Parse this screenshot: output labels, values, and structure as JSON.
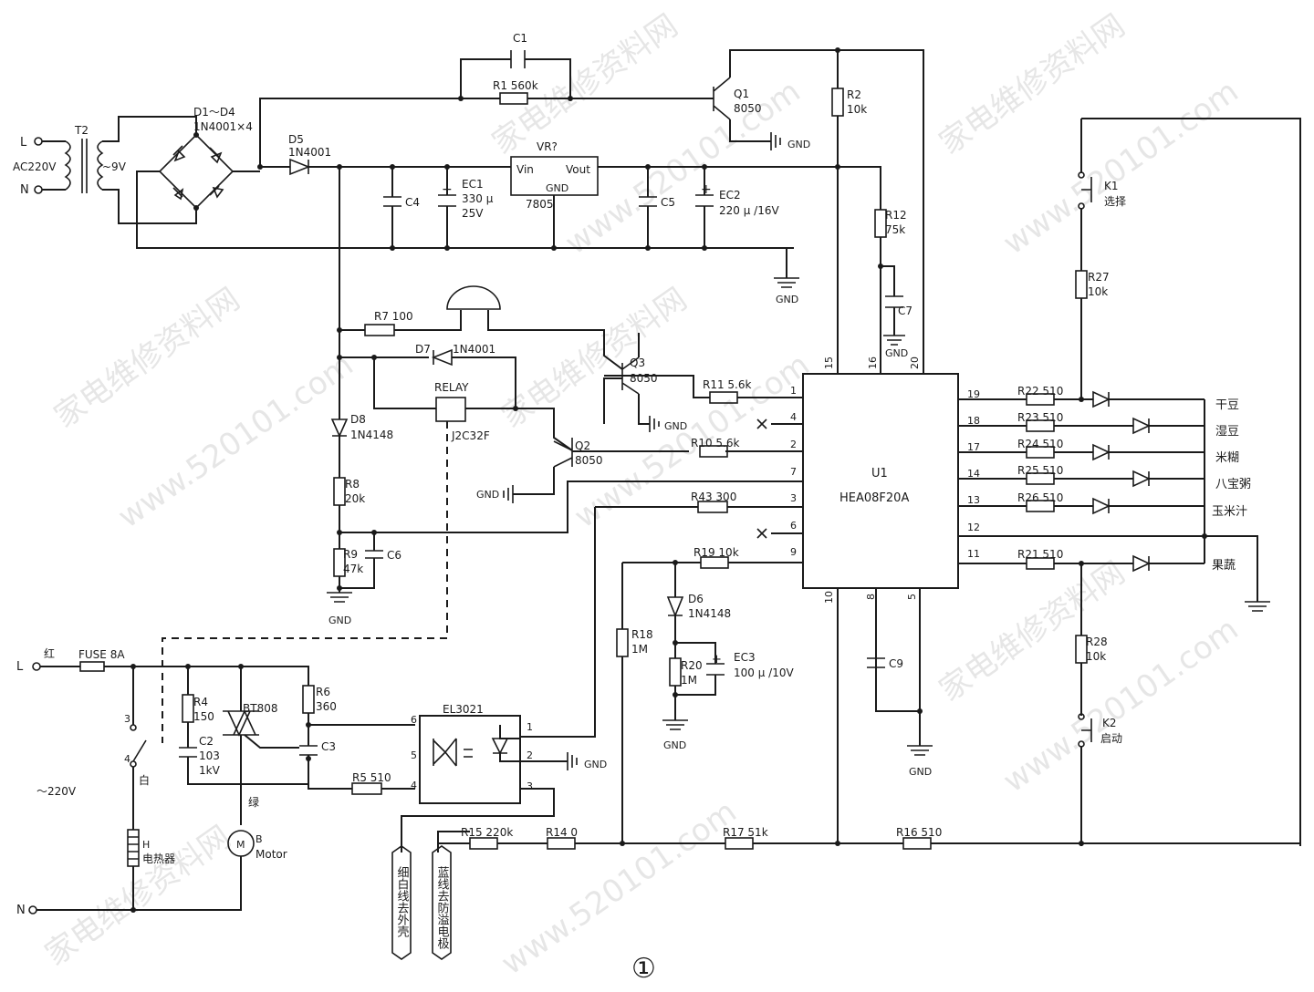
{
  "labels": {
    "L_top": "L",
    "N_top": "N",
    "ac220v": "AC220V",
    "t2": "T2",
    "t2_out": "~9V",
    "d1d4": "D1～D4",
    "d1d4_part": "1N4001×4",
    "d5": "D5",
    "d5_part": "1N4001",
    "c1": "C1",
    "r1": "R1 560k",
    "q1": "Q1",
    "q1_part": "8050",
    "gnd": "GND",
    "r2": "R2",
    "r2_val": "10k",
    "vr": "VR?",
    "vin": "Vin",
    "vout": "Vout",
    "vr_gnd": "GND",
    "vr_part": "7805",
    "c4": "C4",
    "ec1": "EC1",
    "ec1_val1": "330 μ",
    "ec1_val2": "25V",
    "c5": "C5",
    "ec2": "EC2",
    "ec2_val": "220 μ /16V",
    "r12": "R12",
    "r12_val": "75k",
    "c7": "C7",
    "r7": "R7 100",
    "d7": "D7",
    "d7_part": "1N4001",
    "q3": "Q3",
    "q3_part": "8050",
    "relay": "RELAY",
    "relay_part": "J2C32F",
    "r11": "R11 5.6k",
    "d8": "D8",
    "d8_part": "1N4148",
    "q2": "Q2",
    "q2_part": "8050",
    "r10": "R10 5.6k",
    "r8": "R8",
    "r8_val": "20k",
    "r43": "R43 300",
    "r9": "R9",
    "r9_val": "47k",
    "c6": "C6",
    "r19": "R19 10k",
    "d6": "D6",
    "d6_part": "1N4148",
    "r18": "R18",
    "r18_val": "1M",
    "r20": "R20",
    "r20_val": "1M",
    "ec3": "EC3",
    "ec3_val": "100 μ /10V",
    "c9": "C9",
    "u1": "U1",
    "u1_part": "HEA08F20A",
    "k1": "K1",
    "k1_label": "选择",
    "r27": "R27",
    "r27_val": "10k",
    "r22": "R22 510",
    "r23": "R23 510",
    "r24": "R24 510",
    "r25": "R25 510",
    "r26": "R26 510",
    "r21": "R21 510",
    "led_ganDou": "干豆",
    "led_shiDou": "湿豆",
    "led_miHu": "米糊",
    "led_babaozhou": "八宝粥",
    "led_yumizhi": "玉米汁",
    "led_guoshu": "果蔬",
    "r28": "R28",
    "r28_val": "10k",
    "k2": "K2",
    "k2_label": "启动",
    "red": "红",
    "L_bot": "L",
    "fuse": "FUSE 8A",
    "r4": "R4",
    "r4_val": "150",
    "c2": "C2",
    "c2_val1": "103",
    "c2_val2": "1kV",
    "bt": "BT808",
    "r6": "R6",
    "r6_val": "360",
    "c3": "C3",
    "el": "EL3021",
    "r5": "R5 510",
    "sw3": "3",
    "sw4": "4",
    "white": "白",
    "ac220": "～220V",
    "green": "绿",
    "heater_h": "H",
    "heater": "电热器",
    "motor_b": "B",
    "motor": "Motor",
    "motor_m": "M",
    "N_bot": "N",
    "r15": "R15 220k",
    "r14": "R14 0",
    "r17": "R17 51k",
    "r16": "R16 510",
    "probe1": "细白线去外壳",
    "probe2": "蓝线去防溢电极",
    "figure_no": "①",
    "pin1": "1",
    "pin2": "2",
    "pin3": "3",
    "pin4": "4",
    "pin5": "5",
    "pin6": "6",
    "pin7": "7",
    "pin8": "8",
    "pin9": "9",
    "pin10": "10",
    "pin11": "11",
    "pin12": "12",
    "pin13": "13",
    "pin14": "14",
    "pin15": "15",
    "pin16": "16",
    "pin17": "17",
    "pin18": "18",
    "pin19": "19",
    "pin20": "20",
    "el_pin1": "1",
    "el_pin2": "2",
    "el_pin3": "3",
    "el_pin4": "4",
    "el_pin5": "5",
    "el_pin6": "6"
  },
  "watermarks": {
    "w1": "家电维修资料网",
    "w2": "www.520101.com",
    "w3": "家电维修资料网",
    "w4": "www.520101.com",
    "w5": "家电维修资料网",
    "w6": "www.520101.com",
    "w7": "家电维修资料网",
    "w8": "www.520101.com",
    "w9": "家电维修资料网",
    "w10": "www.520101.com",
    "w11": "家电维修资料网",
    "w12": "www.520101.com"
  }
}
